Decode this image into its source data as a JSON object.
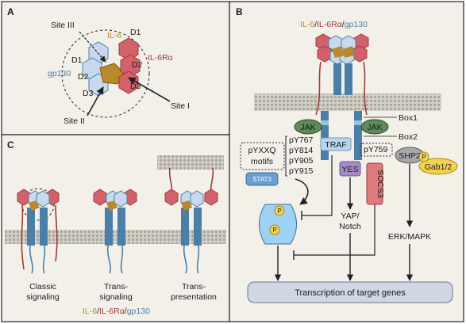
{
  "colors": {
    "panel_bg": "#f3f0e9",
    "il6": "#b9892a",
    "il6ra": "#9a3d3a",
    "gp130": "#4b7fa8",
    "gp130_light": "#c8d9ee",
    "receptor_red": "#d4606a",
    "membrane": "#bdb9ae",
    "jak": "#5d8a57",
    "traf": "#bcd4ee",
    "yes": "#a58ac6",
    "socs3": "#de7a7b",
    "shp2": "#a7a7a7",
    "gab": "#f2d24f",
    "stat3": "#6a9fd4",
    "stat3_light": "#9fd1f2",
    "phospho": "#f2d24f",
    "transcription_box": "#cfd6e4"
  },
  "panel_a": {
    "letter": "A",
    "site3": "Site III",
    "site1": "Site I",
    "site2": "Site II",
    "il6": "IL-6",
    "il6ra": "IL-6Rα",
    "gp130": "gp130",
    "d1_left": "D1",
    "d2_left": "D2",
    "d3_left": "D3",
    "d1_right": "D1",
    "d2_right": "D2",
    "d3_right": "D3"
  },
  "panel_b": {
    "letter": "B",
    "title_il6": "IL-6",
    "title_sep1": "/",
    "title_il6ra": "IL-6Rα",
    "title_sep2": "/",
    "title_gp130": "gp130",
    "box1": "Box1",
    "box2": "Box2",
    "jak_left": "JAK",
    "jak_right": "JAK",
    "traf": "TRAF",
    "yes": "YES",
    "socs3": "SOCS3",
    "shp2": "SHP2",
    "gab": "Gab1/2",
    "phospho": "P",
    "motif_line1": "pYXXQ",
    "motif_line2": "motifs",
    "stat3": "STAT3",
    "py767": "pY767",
    "py814": "pY814",
    "py905": "pY905",
    "py915": "pY915",
    "py759": "pY759",
    "yap_line1": "YAP/",
    "yap_line2": "Notch",
    "erk": "ERK/MAPK",
    "transcription": "Transcription of target genes"
  },
  "panel_c": {
    "letter": "C",
    "classic_line1": "Classic",
    "classic_line2": "signaling",
    "trans_line1": "Trans-",
    "trans_line2": "signaling",
    "pres_line1": "Trans-",
    "pres_line2": "presentation",
    "legend_il6": "IL-6",
    "legend_sep1": "/",
    "legend_il6ra": "IL-6Rα",
    "legend_sep2": "/",
    "legend_gp130": "gp130"
  }
}
